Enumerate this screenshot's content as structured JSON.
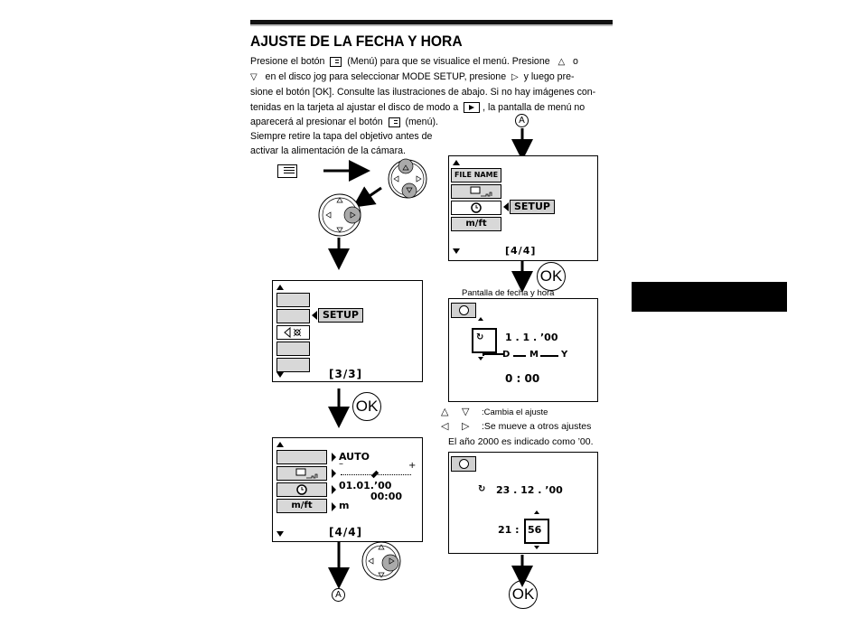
{
  "title": "AJUSTE DE LA FECHA Y HORA",
  "body": {
    "l1a": "Presione el botón",
    "l1b": "(Menú) para que se visualice el menú. Presione",
    "l1c": "o",
    "l2": "en el disco jog para seleccionar MODE SETUP, presione",
    "l2b": "y luego pre-",
    "l3": "sione el botón [OK]. Consulte las ilustraciones de abajo. Si no hay imágenes con-",
    "l4a": "tenidas en la tarjeta al ajustar el disco de modo a",
    "l4b": ", la pantalla de menú no",
    "l5a": "aparecerá al presionar el botón",
    "l5b": "(menú).",
    "l6": "Siempre retire la tapa del objetivo antes de",
    "l7": "activar la alimentación de la cámara."
  },
  "screen1": {
    "items": [
      "",
      "",
      "",
      "",
      ""
    ],
    "setup": "SETUP",
    "page": "[3/3]"
  },
  "screen2": {
    "file_name": "FILE NAME",
    "mft": "m/ft",
    "setup": "SETUP",
    "page": "[4/4]"
  },
  "screen3": {
    "auto": "AUTO",
    "minus": "–",
    "plus": "+",
    "date": "01.01.’00",
    "time": "00:00",
    "unit": "m",
    "mft": "m/ft",
    "page": "[4/4]"
  },
  "screen4": {
    "caption": "Pantalla de fecha y hora",
    "date": "1 .   1 . ’00",
    "d": "D",
    "m": "M",
    "y": "Y",
    "time": "0 : 00"
  },
  "screen5": {
    "date": "23  . 12 . ’00",
    "hour": "21 :",
    "min": "56"
  },
  "notes": {
    "change": ":Cambia el ajuste",
    "move": ":Se mueve a otros ajustes",
    "year": "El año 2000 es indicado como ’00."
  },
  "ok_label": "OK",
  "marker": "A"
}
